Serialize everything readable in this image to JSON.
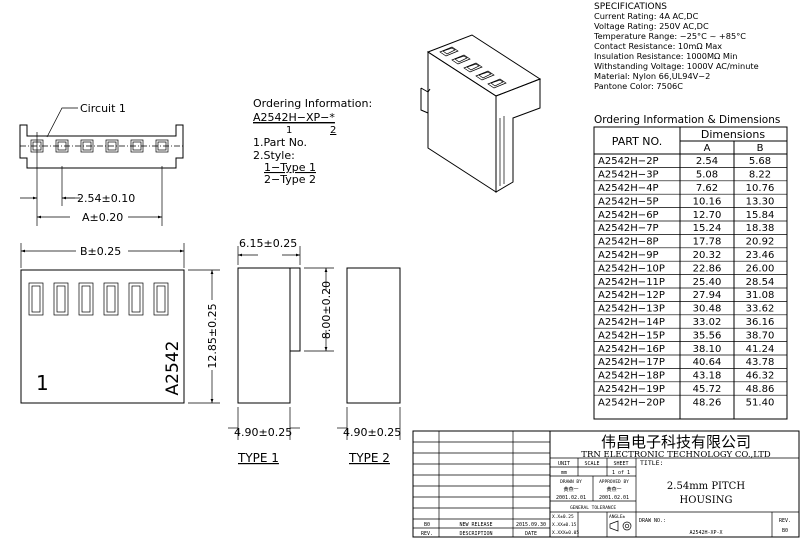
{
  "specs": {
    "title": "SPECIFICATIONS",
    "lines": [
      "Current Rating: 4A AC,DC",
      "Voltage Rating: 250V AC,DC",
      "Temperature Range: −25°C ~ +85°C",
      "Contact Resistance: 10mΩ Max",
      "Insulation Resistance: 1000MΩ Min",
      "Withstanding Voltage: 1000V AC/minute",
      "Material: Nylon 66,UL94V−2",
      "Pantone Color: 7506C"
    ]
  },
  "ordering": {
    "title": "Ordering Information:",
    "code": "A2542H−XP−*",
    "marker1": "1",
    "marker2": "2",
    "item1": "1.Part No.",
    "item2": "2.Style:",
    "type1": "1−Type 1",
    "type2": "2−Type 2"
  },
  "dims_table": {
    "title": "Ordering Information & Dimensions",
    "col_part": "PART NO.",
    "col_dims": "Dimensions",
    "col_a": "A",
    "col_b": "B",
    "rows": [
      [
        "A2542H−2P",
        "2.54",
        "5.68"
      ],
      [
        "A2542H−3P",
        "5.08",
        "8.22"
      ],
      [
        "A2542H−4P",
        "7.62",
        "10.76"
      ],
      [
        "A2542H−5P",
        "10.16",
        "13.30"
      ],
      [
        "A2542H−6P",
        "12.70",
        "15.84"
      ],
      [
        "A2542H−7P",
        "15.24",
        "18.38"
      ],
      [
        "A2542H−8P",
        "17.78",
        "20.92"
      ],
      [
        "A2542H−9P",
        "20.32",
        "23.46"
      ],
      [
        "A2542H−10P",
        "22.86",
        "26.00"
      ],
      [
        "A2542H−11P",
        "25.40",
        "28.54"
      ],
      [
        "A2542H−12P",
        "27.94",
        "31.08"
      ],
      [
        "A2542H−13P",
        "30.48",
        "33.62"
      ],
      [
        "A2542H−14P",
        "33.02",
        "36.16"
      ],
      [
        "A2542H−15P",
        "35.56",
        "38.70"
      ],
      [
        "A2542H−16P",
        "38.10",
        "41.24"
      ],
      [
        "A2542H−17P",
        "40.64",
        "43.78"
      ],
      [
        "A2542H−18P",
        "43.18",
        "46.32"
      ],
      [
        "A2542H−19P",
        "45.72",
        "48.86"
      ],
      [
        "A2542H−20P",
        "48.26",
        "51.40"
      ]
    ]
  },
  "labels": {
    "circuit": "Circuit 1",
    "pitch": "2.54±0.10",
    "dim_a": "A±0.20",
    "dim_b": "B±0.25",
    "dim_h": "12.85±0.25",
    "dim_w": "6.15±0.25",
    "dim_8": "8.00±0.20",
    "dim_490a": "4.90±0.25",
    "dim_490b": "4.90±0.25",
    "marking": "A2542",
    "pin_one": "1",
    "type1": "TYPE 1",
    "type2": "TYPE 2"
  },
  "title_block": {
    "company_cn": "伟昌电子科技有限公司",
    "company_en": "TRN ELECTRONIC TECHNOLOGY CO.,LTD",
    "unit": "UNIT",
    "scale": "SCALE",
    "sheet": "SHEET",
    "title_label": "TITLE:",
    "unit_val": "mm",
    "sheet_val": "1 of 1",
    "drawn_by": "DRAWN BY",
    "approved_by": "APPROVED BY",
    "drawn_name": "黄燕一",
    "approved_name": "黄燕一",
    "drawn_date": "2001.02.01",
    "approved_date": "2001.02.01",
    "title_1": "2.54mm PITCH",
    "title_2": "HOUSING",
    "general_tol": "GENERAL TOLERANCE",
    "tol_1": "X.X±0.25",
    "tol_2": "X.XX±0.15",
    "tol_3": "X.XXX±0.05",
    "angle": "ANGLE±",
    "drw_no_label": "DRAW NO.:",
    "drw_no": "A2542H-XP-X",
    "rev_label": "REV.",
    "rev_val": "B0",
    "hist_rev": "B0",
    "hist_desc": "NEW RELEASE",
    "hist_date": "2015.09.30",
    "head_rev": "REV.",
    "head_desc": "DESCRIPTION",
    "head_date": "DATE"
  }
}
